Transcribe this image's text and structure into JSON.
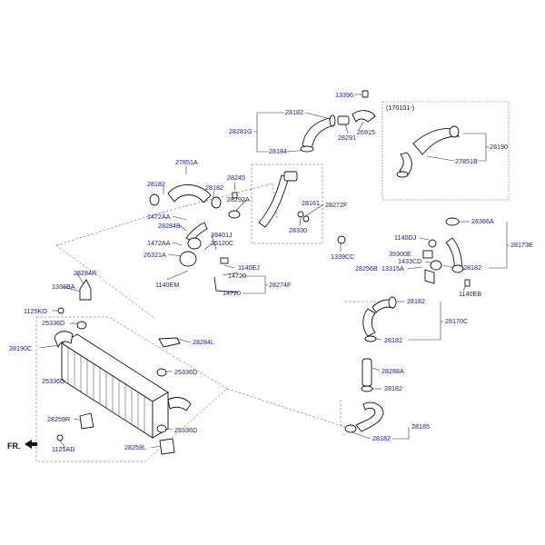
{
  "labels": [
    {
      "id": "13396",
      "text": "13396"
    },
    {
      "id": "170101",
      "text": "(170101-)"
    },
    {
      "id": "28182_a",
      "text": "28182"
    },
    {
      "id": "28281G",
      "text": "28281G"
    },
    {
      "id": "28184",
      "text": "28184"
    },
    {
      "id": "28291",
      "text": "28291"
    },
    {
      "id": "26915",
      "text": "26915"
    },
    {
      "id": "28190",
      "text": "28190"
    },
    {
      "id": "27851B",
      "text": "27851B"
    },
    {
      "id": "27851A",
      "text": "27851A"
    },
    {
      "id": "28182_b",
      "text": "28182"
    },
    {
      "id": "28182_c",
      "text": "28182"
    },
    {
      "id": "28245",
      "text": "28245"
    },
    {
      "id": "28292A",
      "text": "28292A"
    },
    {
      "id": "28161",
      "text": "28161"
    },
    {
      "id": "28272F",
      "text": "28272F"
    },
    {
      "id": "1472AA_a",
      "text": "1472AA"
    },
    {
      "id": "28284B",
      "text": "28284B"
    },
    {
      "id": "28330",
      "text": "28330"
    },
    {
      "id": "39401J",
      "text": "39401J"
    },
    {
      "id": "1472AA_b",
      "text": "1472AA"
    },
    {
      "id": "35120C",
      "text": "35120C"
    },
    {
      "id": "26321A",
      "text": "26321A"
    },
    {
      "id": "1339CC",
      "text": "1339CC"
    },
    {
      "id": "1140EJ",
      "text": "1140EJ"
    },
    {
      "id": "14720_a",
      "text": "14720"
    },
    {
      "id": "1140EM",
      "text": "1140EM"
    },
    {
      "id": "28274F",
      "text": "28274F"
    },
    {
      "id": "14720_b",
      "text": "14720"
    },
    {
      "id": "28284R",
      "text": "28284R"
    },
    {
      "id": "1338BA",
      "text": "1338BA"
    },
    {
      "id": "1125KO",
      "text": "1125KO"
    },
    {
      "id": "25336D_a",
      "text": "25336D"
    },
    {
      "id": "28190C",
      "text": "28190C"
    },
    {
      "id": "28284L",
      "text": "28284L"
    },
    {
      "id": "25336D_b",
      "text": "25336D"
    },
    {
      "id": "25336D_c",
      "text": "25336D"
    },
    {
      "id": "25336D_d",
      "text": "25336D"
    },
    {
      "id": "28259R",
      "text": "28259R"
    },
    {
      "id": "1125AD",
      "text": "1125AD"
    },
    {
      "id": "28259L",
      "text": "28259L"
    },
    {
      "id": "28366A",
      "text": "28366A"
    },
    {
      "id": "1140DJ",
      "text": "1140DJ"
    },
    {
      "id": "28173E",
      "text": "28173E"
    },
    {
      "id": "39300E",
      "text": "39300E"
    },
    {
      "id": "1433CD",
      "text": "1433CD"
    },
    {
      "id": "28256B",
      "text": "28256B"
    },
    {
      "id": "13315A",
      "text": "13315A"
    },
    {
      "id": "28182_d",
      "text": "28182"
    },
    {
      "id": "1140EB",
      "text": "1140EB"
    },
    {
      "id": "28182_e",
      "text": "28182"
    },
    {
      "id": "28170C",
      "text": "28170C"
    },
    {
      "id": "28182_f",
      "text": "28182"
    },
    {
      "id": "28288A",
      "text": "28288A"
    },
    {
      "id": "28182_g",
      "text": "28182"
    },
    {
      "id": "28185",
      "text": "28185"
    },
    {
      "id": "28182_h",
      "text": "28182"
    }
  ],
  "direction": {
    "text": "FR."
  }
}
